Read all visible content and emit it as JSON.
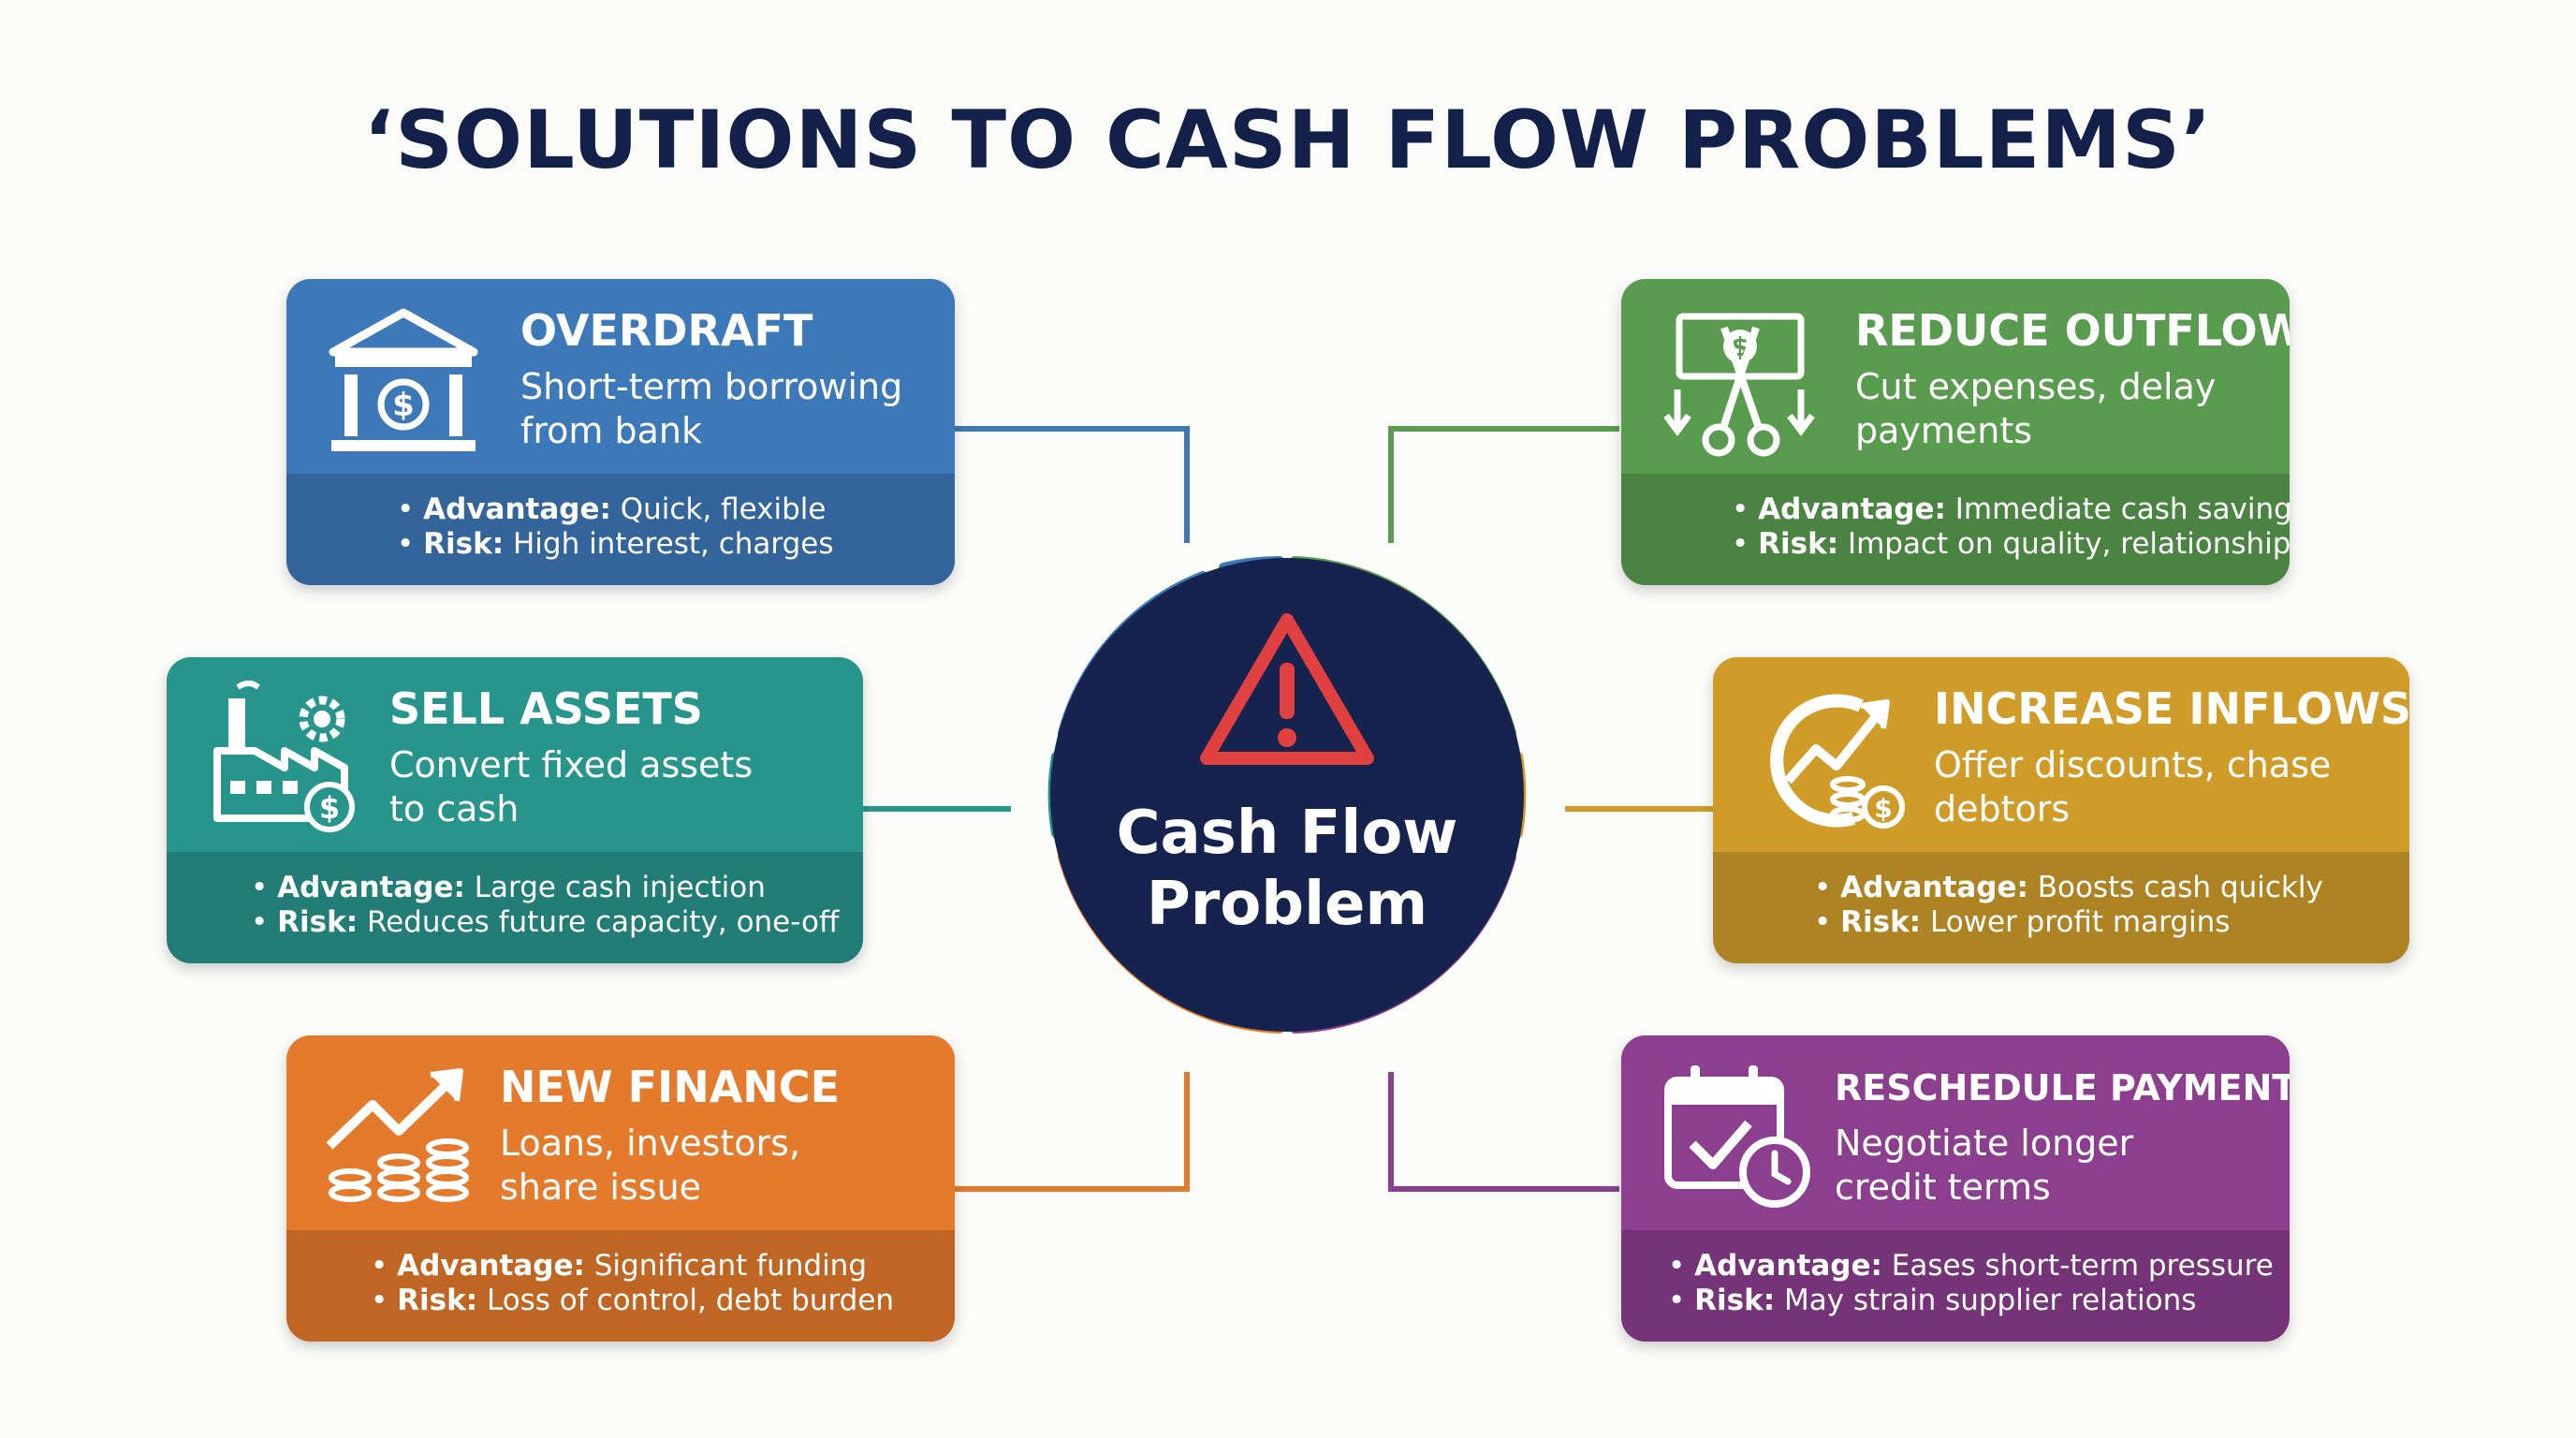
{
  "title": "‘SOLUTIONS TO CASH FLOW PROBLEMS’",
  "center": {
    "line1": "Cash Flow",
    "line2": "Problem",
    "color": "#16234f",
    "icon": "warning-icon"
  },
  "cards": {
    "overdraft": {
      "heading": "OVERDRAFT",
      "desc_line1": "Short-term borrowing",
      "desc_line2": "from bank",
      "adv_label": "Advantage:",
      "adv_text": " Quick, flexible",
      "risk_label": "Risk:",
      "risk_text": " High interest, charges",
      "color": "#3d79b9",
      "icon": "bank-icon"
    },
    "reduce_outflows": {
      "heading": "REDUCE OUTFLOWS",
      "desc_line1": "Cut expenses, delay",
      "desc_line2": "payments",
      "adv_label": "Advantage:",
      "adv_text": " Immediate cash saving",
      "risk_label": "Risk:",
      "risk_text": " Impact on quality, relationships",
      "color": "#5a9c4f",
      "icon": "cut-money-icon"
    },
    "sell_assets": {
      "heading": "SELL ASSETS",
      "desc_line1": "Convert fixed assets",
      "desc_line2": "to cash",
      "adv_label": "Advantage:",
      "adv_text": " Large cash injection",
      "risk_label": "Risk:",
      "risk_text": " Reduces future capacity, one-off",
      "color": "#28958c",
      "icon": "factory-icon"
    },
    "increase_inflows": {
      "heading": "INCREASE INFLOWS",
      "desc_line1": "Offer discounts, chase",
      "desc_line2": "debtors",
      "adv_label": "Advantage:",
      "adv_text": " Boosts cash quickly",
      "risk_label": "Risk:",
      "risk_text": " Lower profit margins",
      "color": "#cf9c2a",
      "icon": "growth-coins-icon"
    },
    "new_finance": {
      "heading": "NEW FINANCE",
      "desc_line1": "Loans, investors,",
      "desc_line2": "share issue",
      "adv_label": "Advantage:",
      "adv_text": " Significant funding",
      "risk_label": "Risk:",
      "risk_text": " Loss of control, debt burden",
      "color": "#e47a2c",
      "icon": "trend-coins-icon"
    },
    "reschedule_payments": {
      "heading": "RESCHEDULE PAYMENTS",
      "desc_line1": "Negotiate longer",
      "desc_line2": "credit terms",
      "adv_label": "Advantage:",
      "adv_text": " Eases short-term pressure",
      "risk_label": "Risk:",
      "risk_text": " May strain supplier relations",
      "color": "#8b3f8e",
      "icon": "calendar-clock-icon"
    }
  }
}
